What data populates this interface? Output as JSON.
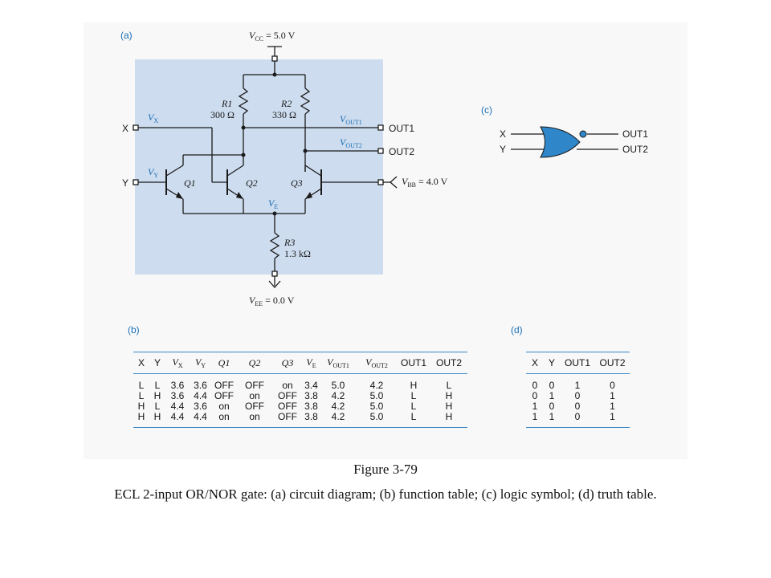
{
  "labels": {
    "a": "(a)",
    "b": "(b)",
    "c": "(c)",
    "d": "(d)"
  },
  "circuit": {
    "vcc": "5.0 V",
    "vee": "0.0 V",
    "vbb": "4.0 V",
    "r1": {
      "name": "R1",
      "value": "300 Ω"
    },
    "r2": {
      "name": "R2",
      "value": "330 Ω"
    },
    "r3": {
      "name": "R3",
      "value": "1.3 kΩ"
    },
    "q1": "Q1",
    "q2": "Q2",
    "q3": "Q3",
    "input_x": "X",
    "input_y": "Y",
    "out1": "OUT1",
    "out2": "OUT2",
    "node_vx": "X",
    "node_vy": "Y",
    "node_ve": "E",
    "node_vout1": "OUT1",
    "node_vout2": "OUT2",
    "node_vcc": "CC",
    "node_vee": "EE",
    "node_vbb": "BB",
    "colors": {
      "panel": "#cddcee",
      "accent": "#1a6fb5",
      "wire": "#1a1a1a"
    }
  },
  "function_table": {
    "headers": [
      "X",
      "Y",
      "V_X",
      "V_Y",
      "Q1",
      "Q2",
      "Q3",
      "V_E",
      "V_OUT1",
      "V_OUT2",
      "OUT1",
      "OUT2"
    ],
    "rows": [
      [
        "L",
        "L",
        "3.6",
        "3.6",
        "OFF",
        "OFF",
        "on",
        "3.4",
        "5.0",
        "4.2",
        "H",
        "L"
      ],
      [
        "L",
        "H",
        "3.6",
        "4.4",
        "OFF",
        "on",
        "OFF",
        "3.8",
        "4.2",
        "5.0",
        "L",
        "H"
      ],
      [
        "H",
        "L",
        "4.4",
        "3.6",
        "on",
        "OFF",
        "OFF",
        "3.8",
        "4.2",
        "5.0",
        "L",
        "H"
      ],
      [
        "H",
        "H",
        "4.4",
        "4.4",
        "on",
        "on",
        "OFF",
        "3.8",
        "4.2",
        "5.0",
        "L",
        "H"
      ]
    ]
  },
  "logic_symbol": {
    "in1": "X",
    "in2": "Y",
    "out1": "OUT1",
    "out2": "OUT2",
    "fill": "#2f86c8"
  },
  "truth_table": {
    "headers": [
      "X",
      "Y",
      "OUT1",
      "OUT2"
    ],
    "rows": [
      [
        "0",
        "0",
        "1",
        "0"
      ],
      [
        "0",
        "1",
        "0",
        "1"
      ],
      [
        "1",
        "0",
        "0",
        "1"
      ],
      [
        "1",
        "1",
        "0",
        "1"
      ]
    ]
  },
  "caption": {
    "title": "Figure 3-79",
    "text": "ECL 2-input OR/NOR gate: (a) circuit diagram; (b) function table; (c) logic symbol; (d) truth table."
  }
}
